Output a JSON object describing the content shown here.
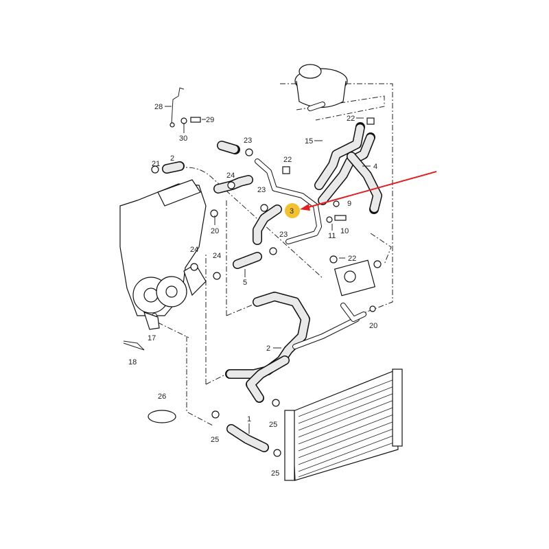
{
  "diagram": {
    "labels": [
      "28",
      "29",
      "30",
      "22",
      "15",
      "23",
      "2",
      "21",
      "22",
      "4",
      "24",
      "23",
      "3",
      "9",
      "10",
      "11",
      "20",
      "23",
      "22",
      "24",
      "24",
      "5",
      "20",
      "17",
      "18",
      "2",
      "26",
      "25",
      "1",
      "25",
      "25"
    ],
    "highlighted_part": "3",
    "highlight_color": "#f2c12e",
    "arrow_color": "#e02020"
  }
}
